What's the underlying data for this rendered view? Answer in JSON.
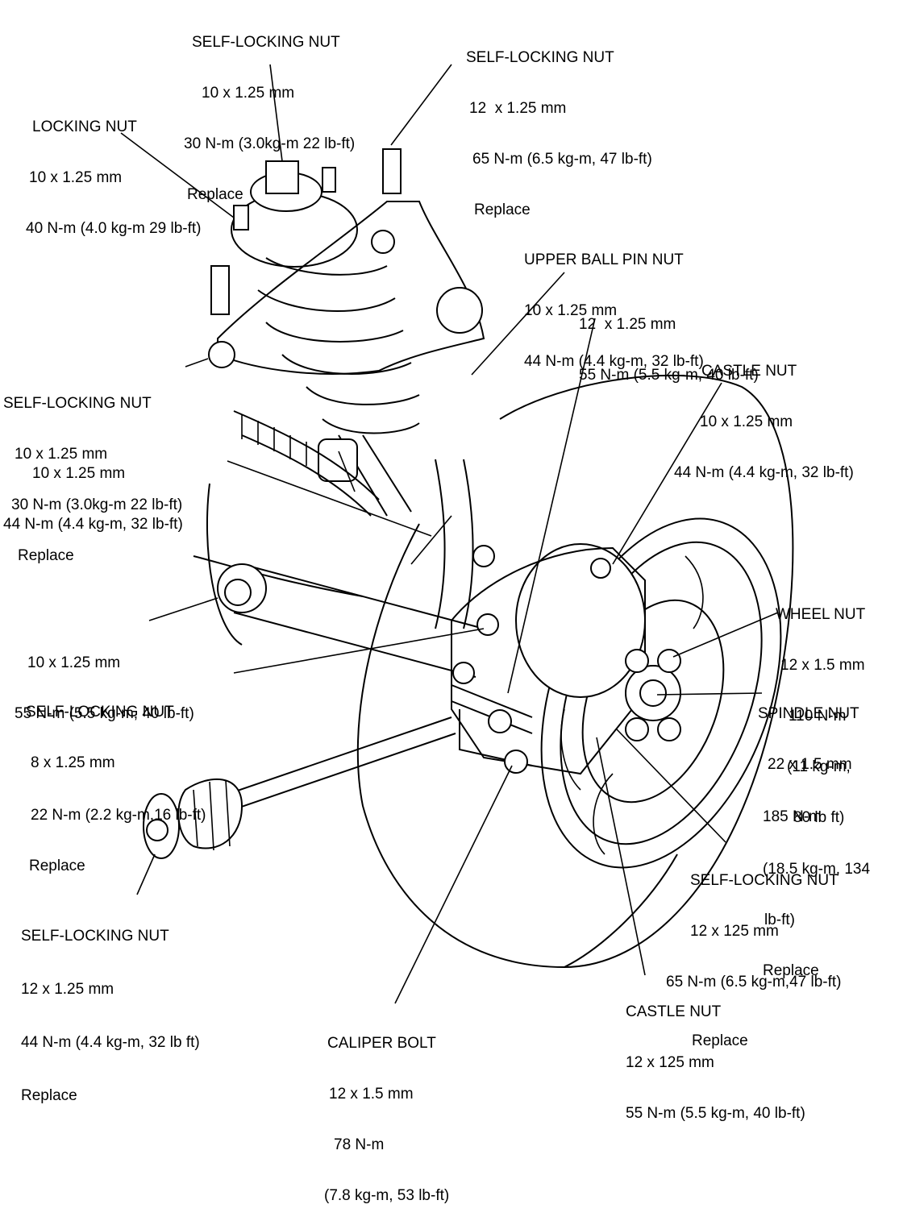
{
  "labels": {
    "top_self_locking": [
      "SELF-LOCKING NUT",
      "10 x 1.25 mm",
      "30 N-m (3.0kg-m 22 lb-ft)",
      "Replace"
    ],
    "top_right_self_locking": [
      "SELF-LOCKING NUT",
      "12  x 1.25 mm",
      "65 N-m (6.5 kg-m, 47 lb-ft)",
      "Replace"
    ],
    "locking_nut": [
      "LOCKING NUT",
      "10 x 1.25 mm",
      "40 N-m (4.0 kg-m 29 lb-ft)"
    ],
    "upper_ball_pin_nut": [
      "UPPER BALL PIN NUT",
      "10 x 1.25 mm",
      "44 N-m (4.4 kg-m, 32 lb-ft)"
    ],
    "bolt_12_55": [
      "12  x 1.25 mm",
      "55 N-m (5.5 kg-m, 40 lb-ft)"
    ],
    "castle_nut_upper": [
      "CASTLE NUT",
      "10 x 1.25 mm",
      "44 N-m (4.4 kg-m, 32 lb-ft)"
    ],
    "left_self_locking": [
      "SELF-LOCKING NUT",
      "10 x 1.25 mm",
      "30 N-m (3.0kg-m 22 lb-ft)",
      "Replace"
    ],
    "left_bolt_44": [
      "10 x 1.25 mm",
      "44 N-m (4.4 kg-m, 32 lb-ft)"
    ],
    "left_bolt_55": [
      "10 x 1.25 mm",
      "55 N-m (5.5 kg-m, 40 lb-ft)"
    ],
    "self_locking_8": [
      "SELF-LOCKING NUT",
      "8 x 1.25 mm",
      "22 N-m (2.2 kg-m,16 lb-ft)",
      "Replace"
    ],
    "wheel_nut": [
      "WHEEL NUT",
      "12 x 1.5 mm",
      "110 N-m",
      "(11 kg-m,",
      "80 lb ft)"
    ],
    "spindle_nut": [
      "SPINDLE NUT",
      "22 x 1.5 mm",
      "185 N-m",
      "(18.5 kg-m, 134",
      "lb-ft)",
      "Replace"
    ],
    "right_self_locking": [
      "SELF-LOCKING NUT",
      "12 x 125 mm",
      "65 N-m (6.5 kg-m,47 lb-ft)",
      "Replace"
    ],
    "bottom_self_locking": [
      "SELF-LOCKING NUT",
      "12 x 1.25 mm",
      "44 N-m (4.4 kg-m, 32 lb ft)",
      "Replace"
    ],
    "castle_nut_lower": [
      "CASTLE NUT",
      "12 x 125 mm",
      "55 N-m (5.5 kg-m, 40 lb-ft)"
    ],
    "caliper_bolt": [
      "CALIPER BOLT",
      "12 x 1.5 mm",
      "78 N-m",
      "(7.8 kg-m, 53 lb-ft)"
    ]
  }
}
